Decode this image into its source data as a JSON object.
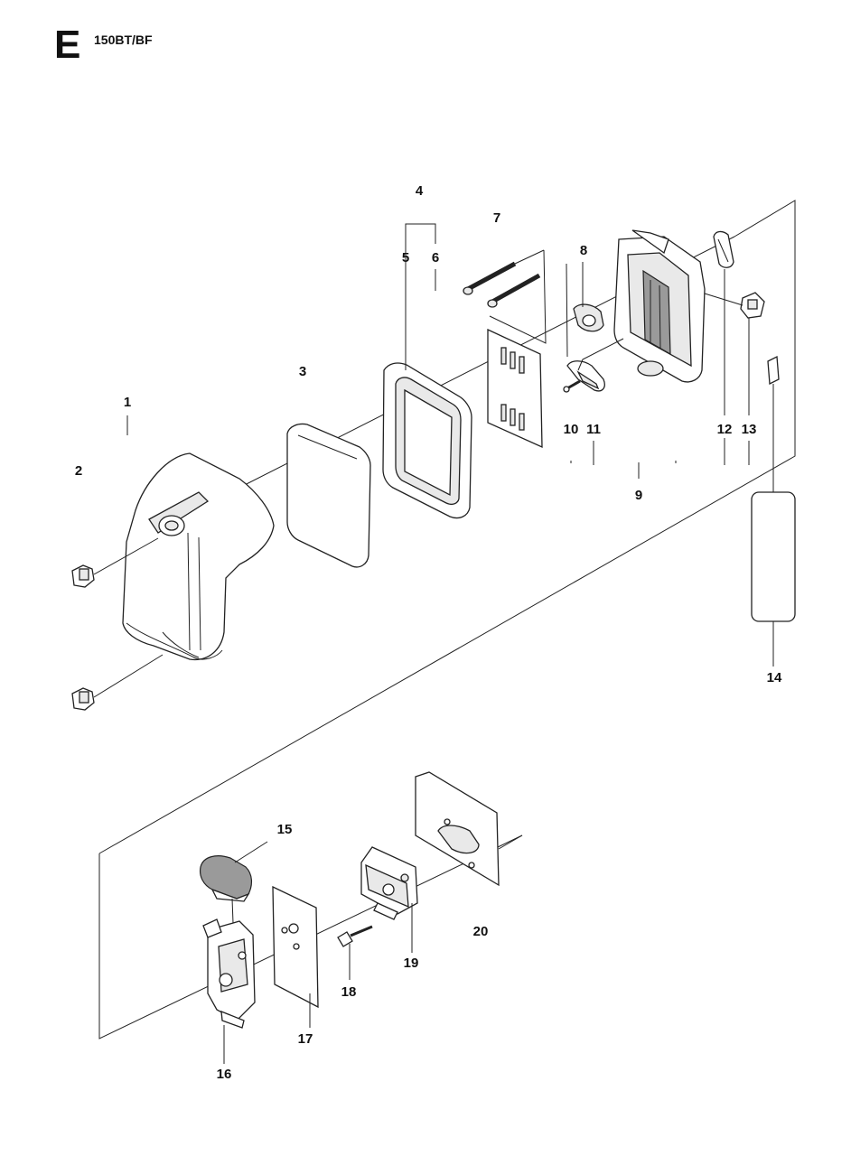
{
  "header": {
    "section_letter": "E",
    "model": "150BT/BF"
  },
  "callouts": [
    "1",
    "2",
    "3",
    "4",
    "5",
    "6",
    "7",
    "8",
    "9",
    "10",
    "11",
    "12",
    "13",
    "14",
    "15",
    "16",
    "17",
    "18",
    "19",
    "20"
  ]
}
